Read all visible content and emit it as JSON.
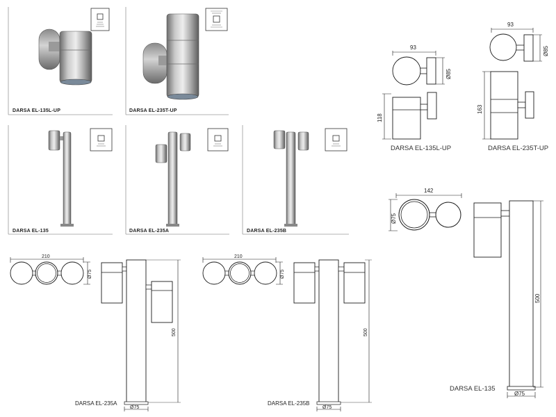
{
  "products": [
    {
      "label": "DARSA EL-135L-UP"
    },
    {
      "label": "DARSA EL-235T-UP"
    },
    {
      "label": "DARSA EL-135"
    },
    {
      "label": "DARSA EL-235A"
    },
    {
      "label": "DARSA EL-235B"
    }
  ],
  "drawings": {
    "el135l_up": {
      "label": "DARSA EL-135L-UP",
      "width": "93",
      "diameter": "Ø85",
      "height": "118"
    },
    "el235t_up": {
      "label": "DARSA EL-235T-UP",
      "width": "93",
      "diameter": "Ø85",
      "height": "163"
    },
    "el135": {
      "label": "DARSA EL-135",
      "width": "142",
      "diameter": "Ø75",
      "height": "500",
      "base": "Ø75"
    },
    "el235a": {
      "label": "DARSA EL-235A",
      "width": "210",
      "diameter": "Ø75",
      "height": "500",
      "base": "Ø75"
    },
    "el235b": {
      "label": "DARSA EL-235B",
      "width": "210",
      "diameter": "Ø75",
      "height": "500",
      "base": "Ø75"
    }
  },
  "icons": {
    "single_down": "light-down-icon",
    "up_down": "light-up-down-icon"
  },
  "colors": {
    "steel_light": "#d8d8d8",
    "steel_dark": "#7a7a7a",
    "line": "#1a1a1a",
    "divider": "#9a9a9a"
  }
}
